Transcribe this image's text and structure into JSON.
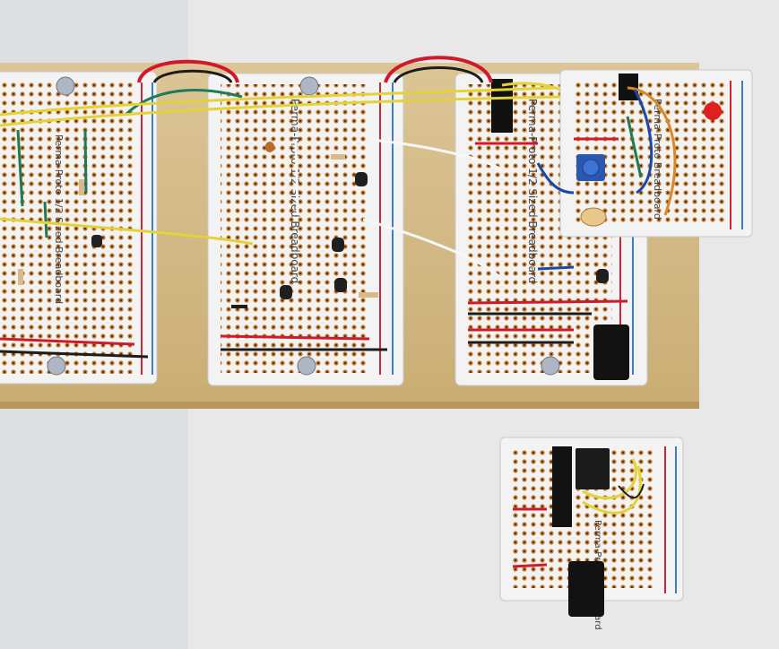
{
  "photo": {
    "subject": "prototype circuit boards on wooden plank",
    "colors": {
      "background": "#e9e9ea",
      "wood": "#d9bf8c",
      "board": "#f1f1f1",
      "pad": "#c47a2a",
      "rail_red": "#c9273a",
      "rail_blue": "#3b7fc8",
      "wire_yellow": "#e3d238",
      "wire_red": "#d0192a",
      "wire_black": "#1c1c1c",
      "wire_green": "#1f7a55",
      "wire_white": "#f5f5f5",
      "wire_blue": "#1848a8",
      "wire_orange": "#d88a2a"
    }
  },
  "boards": [
    {
      "name": "board-1",
      "silk_text": "Perma-Proto 1/2 Sized Breadboard"
    },
    {
      "name": "board-2",
      "silk_text": "Perma-Proto 1/2 Sized Breadboard"
    },
    {
      "name": "board-3",
      "silk_text": "Perma-Proto 1/2 Sized Breadboard"
    },
    {
      "name": "board-4",
      "silk_text": "Perma-Proto Breadboard"
    },
    {
      "name": "board-5",
      "silk_text": "Perma-Proto Breadboard"
    }
  ]
}
